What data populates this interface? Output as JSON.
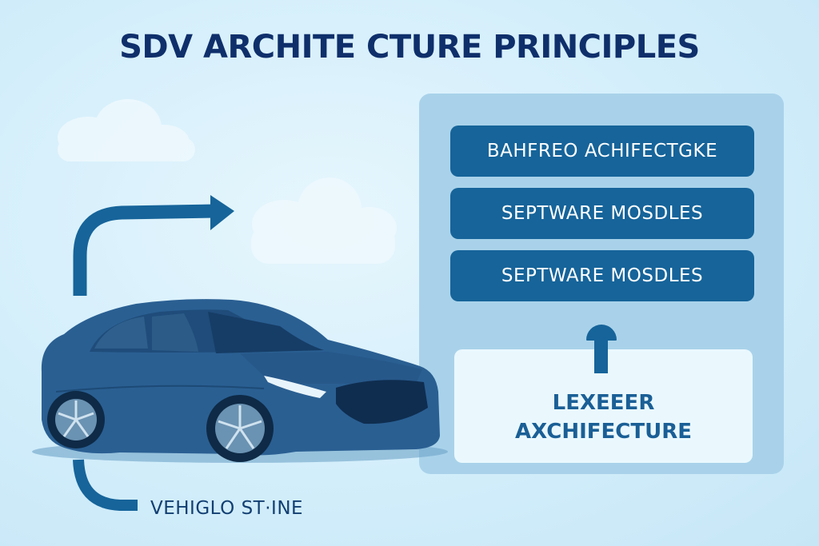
{
  "title": "SDV ARCHITE CTURE PRINCIPLES",
  "stack": {
    "modules": [
      {
        "label": "BAHFREO ACHIFECTGKE"
      },
      {
        "label": "SEPTWARE MOSDLES"
      },
      {
        "label": "SEPTWARE MOSDLES"
      }
    ],
    "base": {
      "line1": "LEXEEER",
      "line2": "AXCHIFECTURE"
    }
  },
  "vehicle": {
    "label": "VEHIGLO ST·INE"
  },
  "colors": {
    "title": "#0f2f6b",
    "module_bg": "#16649a",
    "panel_bg": "#a9d2ea",
    "base_bg": "#eaf8fe",
    "arrow": "#16649a",
    "car_body": "#2a5f92"
  }
}
